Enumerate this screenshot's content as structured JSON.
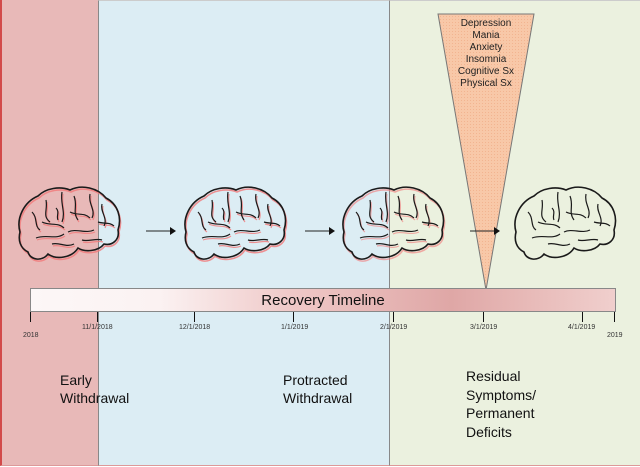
{
  "diagram": {
    "title": "Recovery Timeline",
    "zones": [
      {
        "name": "early-withdrawal",
        "label_lines": [
          "Early",
          "Withdrawal"
        ],
        "color": "#e8b9b8"
      },
      {
        "name": "protracted-withdrawal",
        "label_lines": [
          "Protracted",
          "Withdrawal"
        ],
        "color": "#dcedf4"
      },
      {
        "name": "residual-symptoms",
        "label_lines": [
          "Residual",
          "Symptoms/",
          "Permanent",
          "Deficits"
        ],
        "color": "#ebf1df"
      }
    ],
    "timeline": {
      "label": "Recovery Timeline",
      "ticks": [
        "2018",
        "11/1/2018",
        "12/1/2018",
        "1/1/2019",
        "2/1/2019",
        "3/1/2019",
        "4/1/2019",
        "2019"
      ]
    },
    "symptoms": [
      "Depression",
      "Mania",
      "Anxiety",
      "Insomnia",
      "Cognitive Sx",
      "Physical Sx"
    ],
    "symptom_funnel_color": "#f8c8a8",
    "brains": [
      {
        "name": "brain-early",
        "state": "inflamed"
      },
      {
        "name": "brain-protracted-1",
        "state": "inflamed"
      },
      {
        "name": "brain-protracted-2",
        "state": "partially-healed"
      },
      {
        "name": "brain-recovered",
        "state": "normal"
      }
    ]
  }
}
